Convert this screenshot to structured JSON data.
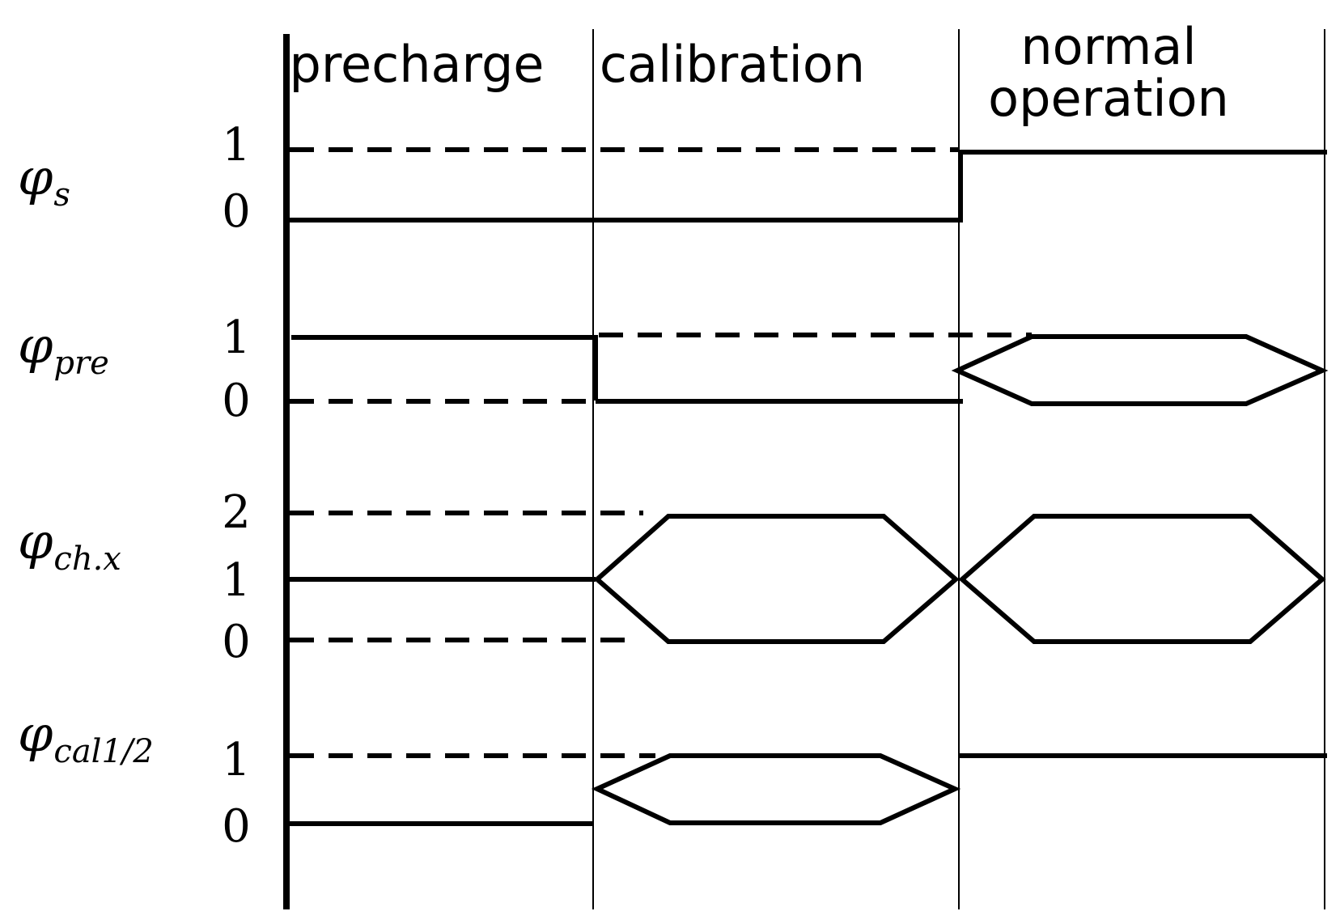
{
  "phases": [
    {
      "label": "precharge"
    },
    {
      "label": "calibration"
    },
    {
      "label": "normal operation"
    }
  ],
  "signals": [
    {
      "symbol": "φ",
      "subscript": "s",
      "levels": [
        "1",
        "0"
      ]
    },
    {
      "symbol": "φ",
      "subscript": "pre",
      "levels": [
        "1",
        "0"
      ]
    },
    {
      "symbol": "φ",
      "subscript": "ch.x",
      "levels": [
        "2",
        "1",
        "0"
      ]
    },
    {
      "symbol": "φ",
      "subscript": "cal1/2",
      "levels": [
        "1",
        "0"
      ]
    }
  ],
  "colors": {
    "ink": "#000000",
    "background": "#ffffff"
  }
}
